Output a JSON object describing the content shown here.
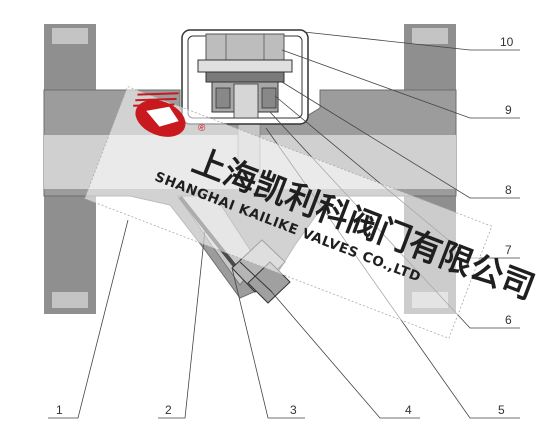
{
  "diagram": {
    "callouts": [
      {
        "id": "1",
        "label": "1"
      },
      {
        "id": "2",
        "label": "2"
      },
      {
        "id": "3",
        "label": "3"
      },
      {
        "id": "4",
        "label": "4"
      },
      {
        "id": "5",
        "label": "5"
      },
      {
        "id": "6",
        "label": "6"
      },
      {
        "id": "7",
        "label": "7"
      },
      {
        "id": "8",
        "label": "8"
      },
      {
        "id": "9",
        "label": "9"
      },
      {
        "id": "10",
        "label": "10"
      }
    ],
    "watermark": {
      "chinese": "上海凯利科阀门有限公司",
      "english": "SHANGHAI KAILIKE VALVES CO.,LTD",
      "registered_mark": "®"
    },
    "colors": {
      "body": "#9a9a9a",
      "body_light": "#c4c4c4",
      "flange": "#bdbdbd",
      "bore": "#cfcfcf",
      "logo_red": "#c8191f",
      "line": "#333333"
    }
  }
}
